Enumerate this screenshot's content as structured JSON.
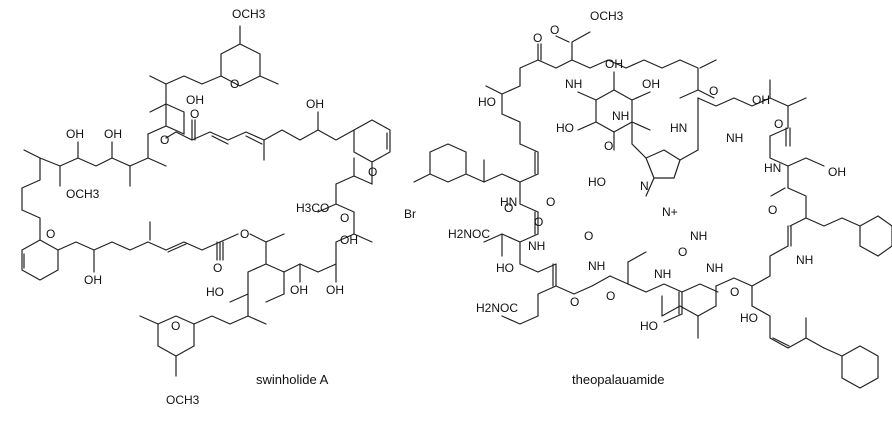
{
  "molecules": [
    {
      "name": "swinholide A",
      "labels": [
        "OCH3",
        "OH",
        "OH",
        "OH",
        "OH",
        "O",
        "O",
        "O",
        "OCH3",
        "O",
        "O",
        "O",
        "OH",
        "H3CO",
        "O",
        "O",
        "OH",
        "OH",
        "OH",
        "HO",
        "O",
        "OCH3"
      ]
    },
    {
      "name": "theopalauamide",
      "labels": [
        "OCH3",
        "O",
        "NH",
        "O",
        "HO",
        "OH",
        "OH",
        "OH",
        "HO",
        "O",
        "HN",
        "O",
        "NH",
        "O",
        "HN",
        "OH",
        "HO",
        "O",
        "N",
        "N+",
        "Br",
        "HN",
        "O",
        "H2NOC",
        "NH",
        "HO",
        "O",
        "NH",
        "O",
        "NH",
        "O",
        "NH",
        "O",
        "NH",
        "H2NOC",
        "O",
        "HO",
        "HO",
        "O",
        "NH",
        "O",
        "NH"
      ]
    }
  ]
}
